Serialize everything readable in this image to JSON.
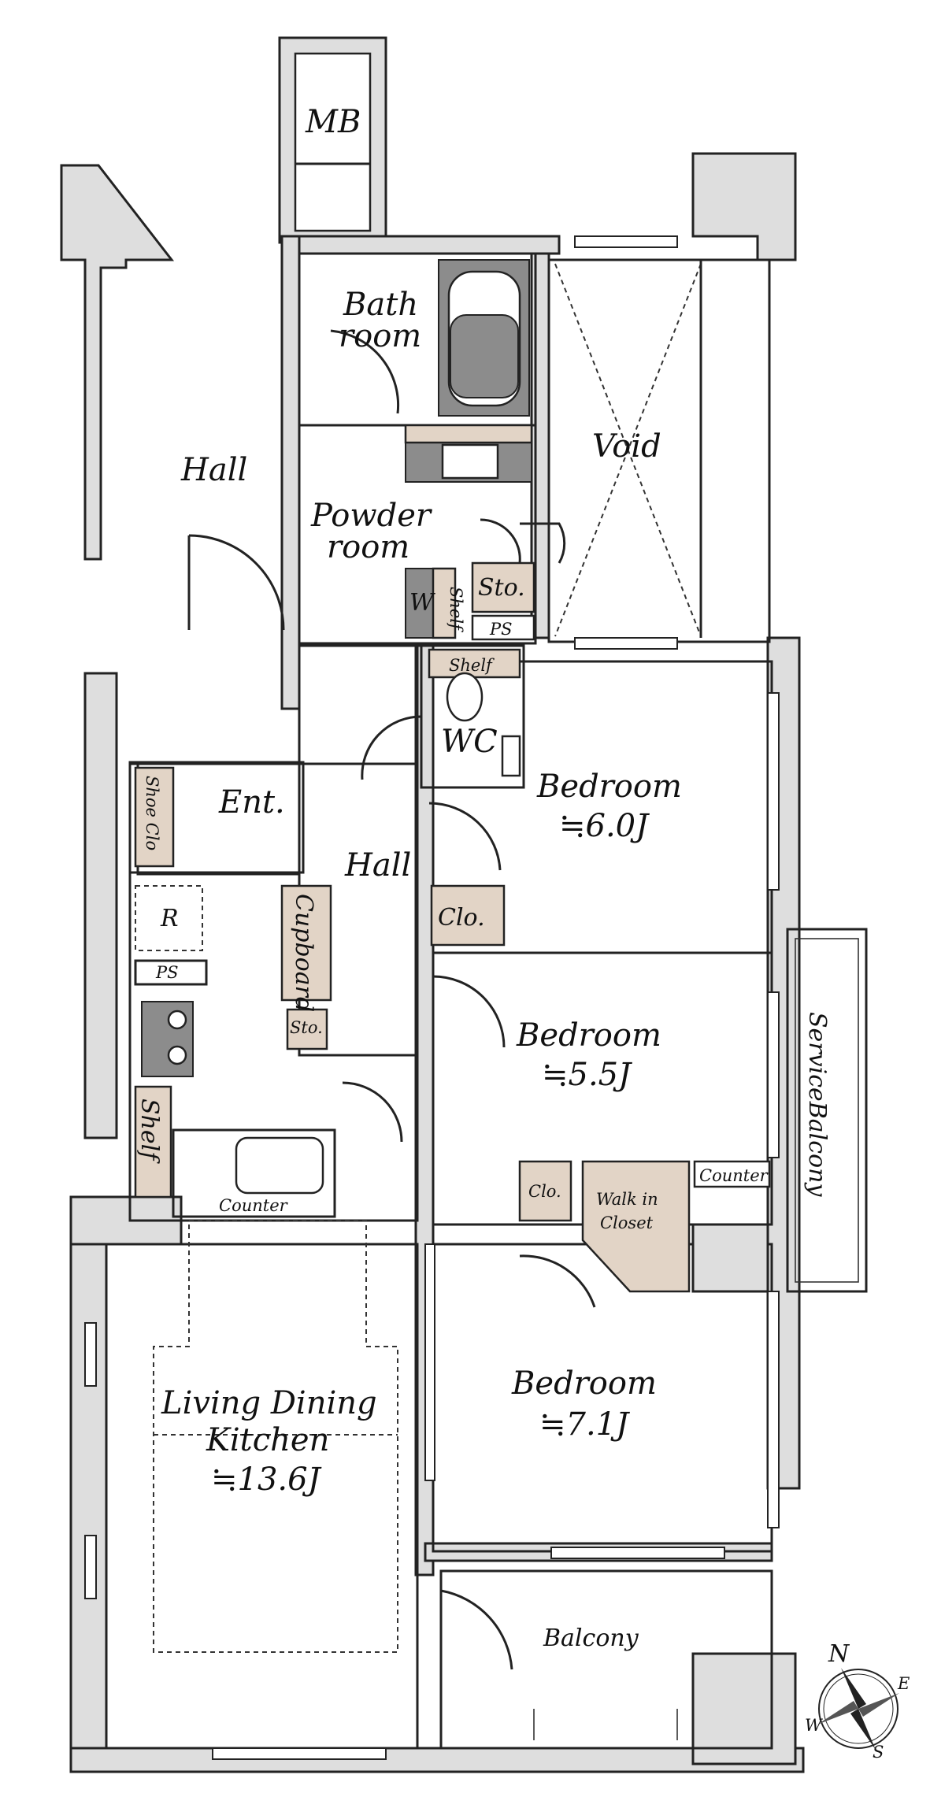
{
  "labels": {
    "mb": "MB",
    "hall_outside": "Hall",
    "bath_1": "Bath",
    "bath_2": "room",
    "void": "Void",
    "powder_1": "Powder",
    "powder_2": "room",
    "w": "W",
    "shelf_powder": "Shelf",
    "sto_powder": "Sto.",
    "ps_top": "PS",
    "shelf_wc": "Shelf",
    "wc": "WC",
    "shoe_clo": "Shoe Clo",
    "ent": "Ent.",
    "bedroom_a_name": "Bedroom",
    "bedroom_a_size": "≒6.0J",
    "hall_inner": "Hall",
    "clo_a": "Clo.",
    "r": "R",
    "cupboard": "Cupboard",
    "ps_kitchen": "PS",
    "sto_hall": "Sto.",
    "bedroom_b_name": "Bedroom",
    "bedroom_b_size": "≒5.5J",
    "service_balcony": "ServiceBalcony",
    "shelf_kitchen": "Shelf",
    "counter_b": "Counter",
    "clo_b": "Clo.",
    "walkin_1": "Walk in",
    "walkin_2": "Closet",
    "counter_kitchen": "Counter",
    "ldk_1": "Living Dining",
    "ldk_2": "Kitchen",
    "ldk_size": "≒13.6J",
    "bedroom_c_name": "Bedroom",
    "bedroom_c_size": "≒7.1J",
    "balcony": "Balcony",
    "compass_n": "N",
    "compass_e": "E",
    "compass_s": "S",
    "compass_w": "W"
  },
  "colors": {
    "wall_fill": "#dedede",
    "storage_fill": "#e2d4c6",
    "fixture_dark": "#8c8c8c",
    "line": "#222222"
  }
}
